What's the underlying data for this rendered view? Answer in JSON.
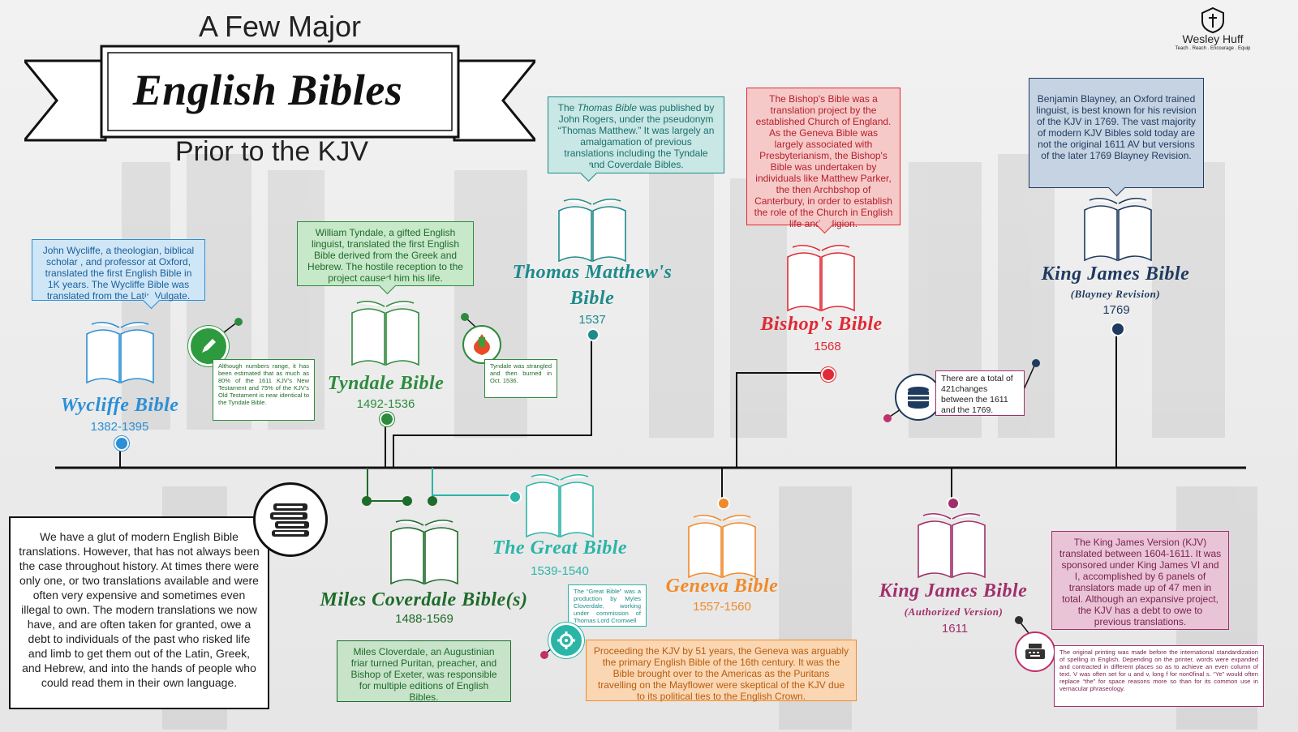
{
  "title": {
    "line1": "A Few Major",
    "banner": "English Bibles",
    "line2": "Prior to the KJV"
  },
  "brand": {
    "name": "Wesley Huff",
    "tagline": "Teach . Reach . Encourage . Equip"
  },
  "colors": {
    "wycliffe": "#2b8fd6",
    "tyndale": "#2e8b3e",
    "coverdale": "#1e6b2a",
    "thomas": "#1f8a8a",
    "great": "#2ab5a7",
    "geneva": "#f08a2a",
    "bishops": "#e02a35",
    "kjv": "#a0306a",
    "blayney": "#1f3a5f"
  },
  "bibles": {
    "wycliffe": {
      "name": "Wycliffe Bible",
      "years": "1382-1395",
      "desc": "John Wycliffe, a theologian, biblical scholar , and professor at Oxford, translated the first English Bible in 1K years. The Wycliffe Bible was translated from the Latin Vulgate.",
      "note": "Although numbers range, it has been estimated that as much as 80% of the 1611 KJV's New Testament and 75% of the KJV's Old Testament is near identical to the Tyndale Bible.",
      "note_icon": "pencil-icon"
    },
    "tyndale": {
      "name": "Tyndale Bible",
      "years": "1492-1536",
      "desc": "William Tyndale, a gifted English linguist, translated the first English Bible derived from the Greek and Hebrew. The hostile reception to the project caused him his life.",
      "note": "Tyndale was strangled and then burned in Oct. 1536.",
      "note_icon": "fire-icon"
    },
    "thomas": {
      "name_line1": "Thomas Matthew's",
      "name_line2": "Bible",
      "years": "1537",
      "desc_pre": "The ",
      "desc_em": "Thomas Bible",
      "desc_post": " was published by John Rogers, under the pseudonym “Thomas Matthew.” It was largely an amalgamation of previous translations including the Tyndale and Coverdale Bibles."
    },
    "bishops": {
      "name": "Bishop's Bible",
      "years": "1568",
      "desc": "The Bishop's Bible was a translation project by the established Church of England. As the Geneva Bible was largely associated with Presbyterianism, the Bishop's Bible was undertaken by individuals like Matthew Parker, the then Archbshop of Canterbury, in order to establish the role of the Church in English life and religion."
    },
    "blayney": {
      "name": "King James Bible",
      "sub": "(Blayney Revision)",
      "years": "1769",
      "desc": "Benjamin Blayney, an Oxford trained linguist, is best known for his revision of the KJV in 1769. The vast majority of modern KJV Bibles sold today are not the original 1611 AV but versions of the later 1769 Blayney Revision.",
      "note": "There are a total of 421changes between the 1611 and the 1769.",
      "note_icon": "coins-icon"
    },
    "coverdale": {
      "name": "Miles Coverdale Bible(s)",
      "years": "1488-1569",
      "desc": "Miles Cloverdale, an Augustinian friar turned Puritan, preacher, and Bishop of Exeter, was responsible for multiple editions of English Bibles."
    },
    "great": {
      "name": "The Great Bible",
      "years": "1539-1540",
      "note": "The “Great Bible” was a production by Myles Cloverdale, working under commission of Thomas Lord Cromwell",
      "note_icon": "gear-icon"
    },
    "geneva": {
      "name": "Geneva Bible",
      "years": "1557-1560",
      "desc": "Proceeding the KJV by 51 years, the Geneva was arguably the primary English Bible of the 16th century. It was the Bible brought over to the Americas as the Puritans travelling on the Mayflower were skeptical of the KJV due to its political ties to the English Crown."
    },
    "kjv": {
      "name": "King James Bible",
      "sub": "(Authorized Version)",
      "years": "1611",
      "desc": "The King James Version (KJV) translated between 1604-1611. It was sponsored under King James VI and I, accomplished by 6 panels of translators made up of 47 men in total. Although an expansive project, the KJV has a debt to owe to previous translations.",
      "note": "The original printing was made before the international standardization of spelling in English. Depending on the printer, words were expanded and contracted in different places so as to achieve an even column of text. V was often set for u and v, long f for non0final s. “Ye” would often replace “the” for space reasons more so than for its common use in vernacular phraseology.",
      "note_icon": "typewriter-icon"
    }
  },
  "intro": {
    "text": "We have a glut of modern English Bible translations. However, that has not always been the case throughout history. At times there were only one, or two translations available and were often very expensive and sometimes even illegal to own. The modern translations we now have, and are often taken for granted, owe a debt to individuals of the past who risked life and limb to get them out of the Latin, Greek, and Hebrew, and into the hands of people who could read them in their own language.",
    "icon": "books-stack-icon"
  }
}
